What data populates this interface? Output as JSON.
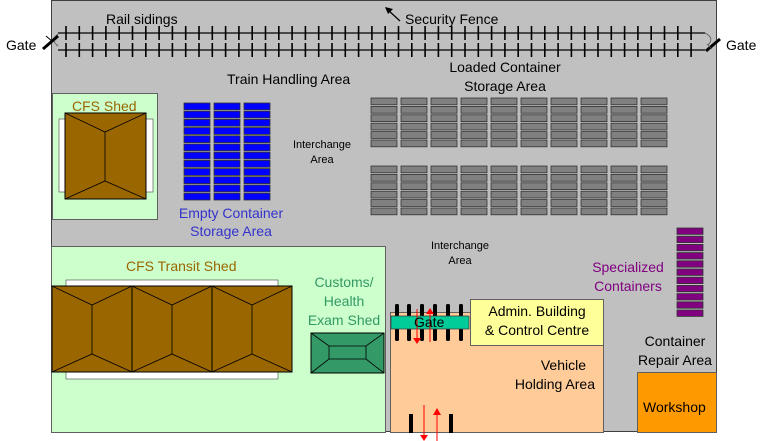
{
  "title": "Inland Container Depot Layout",
  "colors": {
    "terminal_bg": "#c0c0c0",
    "green_zone": "#ccffcc",
    "shed_brown": "#996600",
    "shed_outline": "#000000",
    "empty_container": "#0000ff",
    "loaded_container": "#808080",
    "specialized_container": "#800080",
    "customs_green": "#339966",
    "gate_teal": "#00cc99",
    "vehicle_area": "#ffcc99",
    "admin_yellow": "#ffff99",
    "workshop_orange": "#ff9900",
    "arrow_red": "#ff0000",
    "brown_text": "#996600",
    "blue_text": "#3333cc",
    "green_text": "#339966",
    "purple_text": "#800080"
  },
  "labels": {
    "gate_left": "Gate",
    "gate_right": "Gate",
    "rail_sidings": "Rail sidings",
    "security_fence": "Security Fence",
    "train_handling_area": "Train Handling Area",
    "loaded_container_storage_line1": "Loaded Container",
    "loaded_container_storage_line2": "Storage Area",
    "cfs_shed": "CFS Shed",
    "interchange_area_1_line1": "Interchange",
    "interchange_area_1_line2": "Area",
    "empty_container_storage_line1": "Empty Container",
    "empty_container_storage_line2": "Storage Area",
    "interchange_area_2_line1": "Interchange",
    "interchange_area_2_line2": "Area",
    "cfs_transit_shed": "CFS Transit Shed",
    "customs_line1": "Customs/",
    "customs_line2": "Health",
    "customs_line3": "Exam Shed",
    "specialized_line1": "Specialized",
    "specialized_line2": "Containers",
    "main_gate": "Gate",
    "admin_line1": "Admin. Building",
    "admin_line2": "& Control Centre",
    "vehicle_line1": "Vehicle",
    "vehicle_line2": "Holding Area",
    "repair_line1": "Container",
    "repair_line2": "Repair Area",
    "workshop": "Workshop"
  },
  "container_blocks": {
    "empty": {
      "cols": 3,
      "rows": 12
    },
    "loaded_upper": {
      "cols": 10,
      "rows": 6
    },
    "loaded_lower": {
      "cols": 10,
      "rows": 6
    },
    "specialized": {
      "cols": 1,
      "rows": 11
    }
  },
  "rail": {
    "tracks": 2
  }
}
